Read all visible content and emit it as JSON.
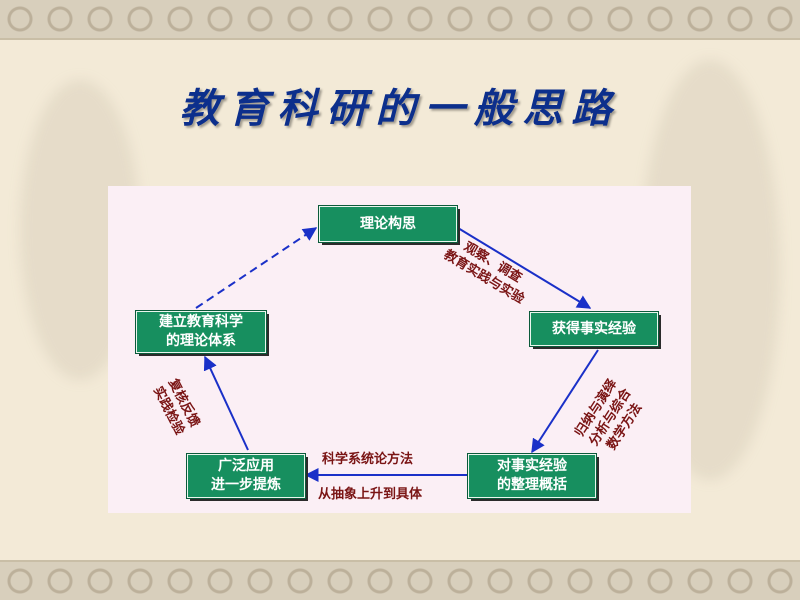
{
  "title": "教育科研的一般思路",
  "nodes": {
    "theory": "理论构思",
    "facts": "获得事实经验",
    "organize": [
      "对事实经验",
      "的整理概括"
    ],
    "apply": [
      "广泛应用",
      "进一步提炼"
    ],
    "build": [
      "建立教育科学",
      "的理论体系"
    ]
  },
  "edges": {
    "theory_to_facts": [
      "观察、调查",
      "教育实践与实验"
    ],
    "facts_to_organize": [
      "归纳与演绎",
      "分析与综合",
      "数学方法"
    ],
    "organize_to_apply_top": "科学系统论方法",
    "organize_to_apply_bottom": "从抽象上升到具体",
    "apply_to_build": [
      "复核反馈",
      "实践检验"
    ]
  },
  "colors": {
    "title": "#0c2f8c",
    "node": "#178f5f",
    "edge": "#1a30c8",
    "label": "#7a1414",
    "panel": "#fbeff5"
  }
}
